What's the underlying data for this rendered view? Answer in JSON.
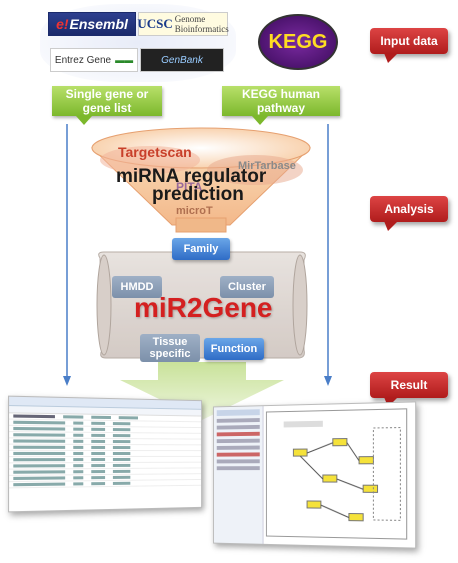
{
  "sources": {
    "ensembl": "Ensembl",
    "ensembl_mark": "e!",
    "ucsc_main": "UCSC",
    "ucsc_sub": "Genome Bioinformatics",
    "entrez": "Entrez Gene",
    "genbank": "GenBank",
    "kegg": "KEGG"
  },
  "callouts": {
    "input": "Input data",
    "analysis": "Analysis",
    "result": "Result"
  },
  "inputs": {
    "gene_list": [
      "Single gene or",
      "gene list"
    ],
    "pathway": [
      "KEGG human",
      "pathway"
    ]
  },
  "funnel": {
    "targetscan": "Targetscan",
    "regulator": "miRNA regulator",
    "prediction": "prediction",
    "mirtarbase": "MirTarbase",
    "pita": "PITA",
    "microt": "microT"
  },
  "analysis": {
    "family": "Family",
    "hmdd": "HMDD",
    "cluster": "Cluster",
    "title": "miR2Gene",
    "tissue": [
      "Tissue",
      "specific"
    ],
    "function": "Function"
  },
  "colors": {
    "callout_red": "#c02424",
    "input_green": "#8cc63f",
    "box_blue": "#3a78d0",
    "title_red": "#d42020",
    "arrow_blue": "#4a7ec8"
  }
}
